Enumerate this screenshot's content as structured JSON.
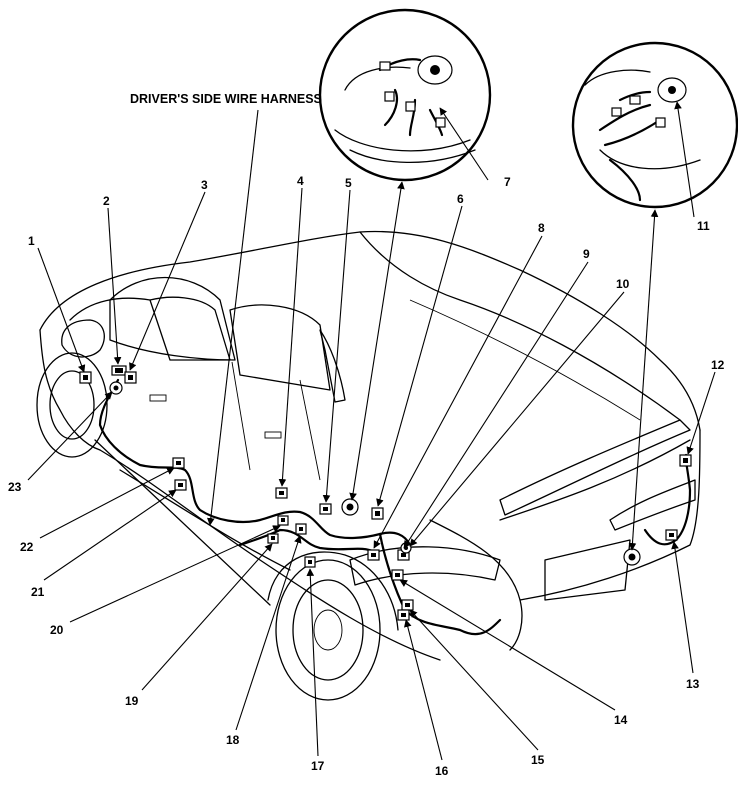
{
  "title": "DRIVER'S SIDE WIRE HARNESS",
  "callouts": [
    "1",
    "2",
    "3",
    "4",
    "5",
    "6",
    "7",
    "8",
    "9",
    "10",
    "11",
    "12",
    "13",
    "14",
    "15",
    "16",
    "17",
    "18",
    "19",
    "20",
    "21",
    "22",
    "23"
  ]
}
